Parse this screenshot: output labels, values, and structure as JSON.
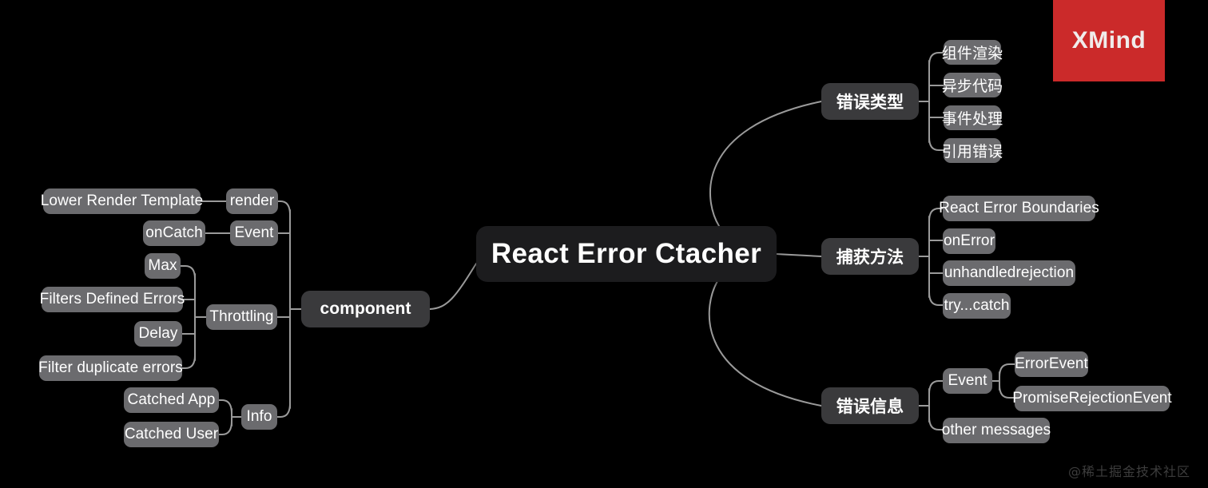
{
  "app": {
    "logo_text": "XMind",
    "logo_color": "#cb2a2a",
    "watermark": "@稀土掘金技术社区",
    "background_color": "#000000",
    "root_node_color": "#1c1c1e",
    "branch_node_color": "#3a3a3c",
    "leaf_node_color": "#6b6b6e",
    "connector_color": "#9a9a9a",
    "text_color": "#ffffff"
  },
  "mindmap": {
    "root": "React Error Ctacher",
    "left": {
      "branch": "component",
      "children": [
        {
          "label": "render",
          "children": [
            {
              "label": "Lower Render Template"
            }
          ]
        },
        {
          "label": "Event",
          "children": [
            {
              "label": "onCatch"
            }
          ]
        },
        {
          "label": "Throttling",
          "children": [
            {
              "label": "Max"
            },
            {
              "label": "Filters Defined Errors"
            },
            {
              "label": "Delay"
            },
            {
              "label": "Filter duplicate errors"
            }
          ]
        },
        {
          "label": "Info",
          "children": [
            {
              "label": "Catched App"
            },
            {
              "label": "Catched User"
            }
          ]
        }
      ]
    },
    "right": [
      {
        "label": "错误类型",
        "children": [
          {
            "label": "组件渲染"
          },
          {
            "label": "异步代码"
          },
          {
            "label": "事件处理"
          },
          {
            "label": "引用错误"
          }
        ]
      },
      {
        "label": "捕获方法",
        "children": [
          {
            "label": "React Error Boundaries"
          },
          {
            "label": "onError"
          },
          {
            "label": "unhandledrejection"
          },
          {
            "label": "try...catch"
          }
        ]
      },
      {
        "label": "错误信息",
        "children": [
          {
            "label": "Event",
            "children": [
              {
                "label": "ErrorEvent"
              },
              {
                "label": "PromiseRejectionEvent"
              }
            ]
          },
          {
            "label": "other messages"
          }
        ]
      }
    ]
  }
}
